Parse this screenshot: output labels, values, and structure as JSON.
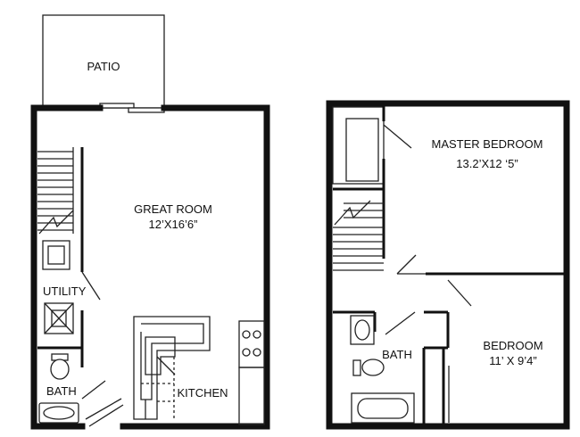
{
  "plan": {
    "lower_level": {
      "patio": "PATIO",
      "great_room": {
        "name": "GREAT ROOM",
        "size": "12’X16’6”"
      },
      "utility": "UTILITY",
      "bath": "BATH",
      "kitchen": "KITCHEN"
    },
    "upper_level": {
      "master_bedroom": {
        "name": "MASTER BEDROOM",
        "size": "13.2’X12 ‘5”"
      },
      "bath": "BATH",
      "bedroom": {
        "name": "BEDROOM",
        "size": "11’ X 9’4”"
      }
    }
  }
}
